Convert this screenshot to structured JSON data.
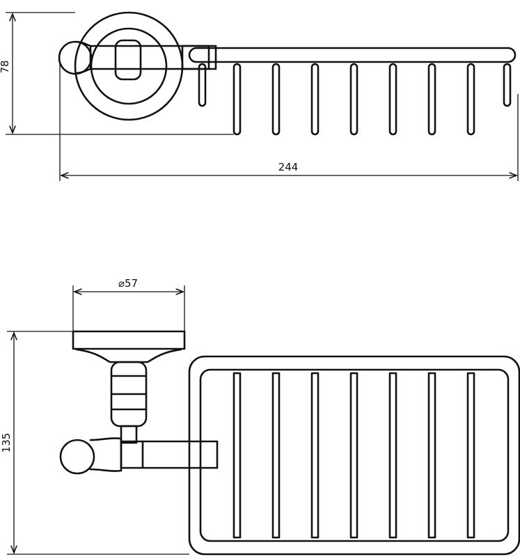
{
  "dimensions": {
    "height_top": "78",
    "width_total": "244",
    "diameter": "⌀57",
    "height_side": "135"
  }
}
